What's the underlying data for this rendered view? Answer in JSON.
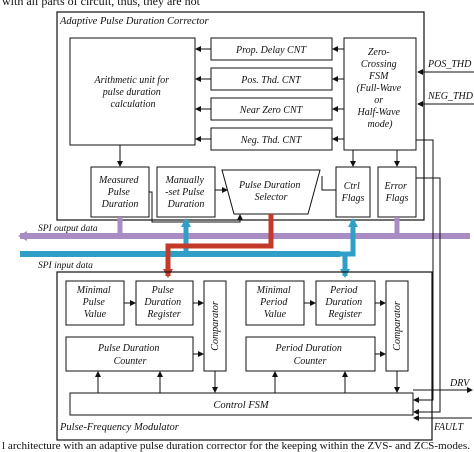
{
  "caption_top": "with all parts of circuit, thus, they are not",
  "caption_bottom": "l architecture with an adaptive pulse duration corrector for the keeping within the ZVS- and ZCS-modes.",
  "corrector": {
    "title": "Adaptive Pulse Duration Corrector",
    "arithmetic": [
      "Arithmetic unit for",
      "pulse duration",
      "calculation"
    ],
    "prop_delay": "Prop. Delay CNT",
    "pos_thd": "Pos. Thd. CNT",
    "near_zero": "Near Zero CNT",
    "neg_thd": "Neg. Thd. CNT",
    "fsm": [
      "Zero-",
      "Crossing",
      "FSM",
      "(Full-Wave",
      "or",
      "Half-Wave",
      "mode)"
    ],
    "measured": [
      "Measured",
      "Pulse",
      "Duration"
    ],
    "manual": [
      "Manually",
      "-set Pulse",
      "Duration"
    ],
    "selector": [
      "Pulse Duration",
      "Selector"
    ],
    "ctrl_flags": [
      "Ctrl",
      "Flags"
    ],
    "error_flags": [
      "Error",
      "Flags"
    ]
  },
  "inputs": {
    "pos_thd": "POS_THD",
    "neg_thd": "NEG_THD"
  },
  "spi": {
    "output": "SPI output data",
    "input": "SPI input data"
  },
  "modulator": {
    "title": "Pulse-Frequency Modulator",
    "min_pulse": [
      "Minimal",
      "Pulse",
      "Value"
    ],
    "pulse_reg": [
      "Pulse",
      "Duration",
      "Register"
    ],
    "comparator1": "Comparator",
    "min_period": [
      "Minimal",
      "Period",
      "Value"
    ],
    "period_reg": [
      "Period",
      "Duration",
      "Register"
    ],
    "comparator2": "Comparator",
    "pulse_counter": [
      "Pulse Duration",
      "Counter"
    ],
    "period_counter": [
      "Period Duration",
      "Counter"
    ],
    "control_fsm": "Control FSM"
  },
  "outputs": {
    "drv": "DRV",
    "fault": "FAULT"
  },
  "colors": {
    "spi_output": "#a98cc4",
    "spi_input": "#2f9fc7",
    "red_path": "#c43a2a",
    "line": "#111111"
  }
}
